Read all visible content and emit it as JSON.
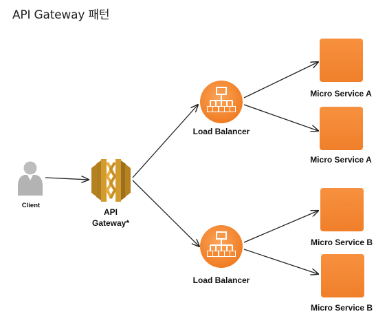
{
  "title": "API Gateway 패턴",
  "nodes": {
    "client": {
      "label": "Client"
    },
    "gateway": {
      "label_line1": "API",
      "label_line2": "Gateway*"
    },
    "lb_top": {
      "label": "Load Balancer"
    },
    "lb_bottom": {
      "label": "Load Balancer"
    },
    "svc_a1": {
      "label": "Micro Service A"
    },
    "svc_a2": {
      "label": "Micro Service A"
    },
    "svc_b1": {
      "label": "Micro Service B"
    },
    "svc_b2": {
      "label": "Micro Service B"
    }
  },
  "colors": {
    "service_orange": "#f58533",
    "lb_orange": "#f58a35",
    "gateway_gold": "#c8952c",
    "client_gray": "#b9b9b9",
    "arrow": "#222222"
  },
  "icons": {
    "client": "user-icon",
    "gateway": "api-gateway-icon",
    "load_balancer": "load-balancer-icon",
    "service": "service-box-icon"
  }
}
